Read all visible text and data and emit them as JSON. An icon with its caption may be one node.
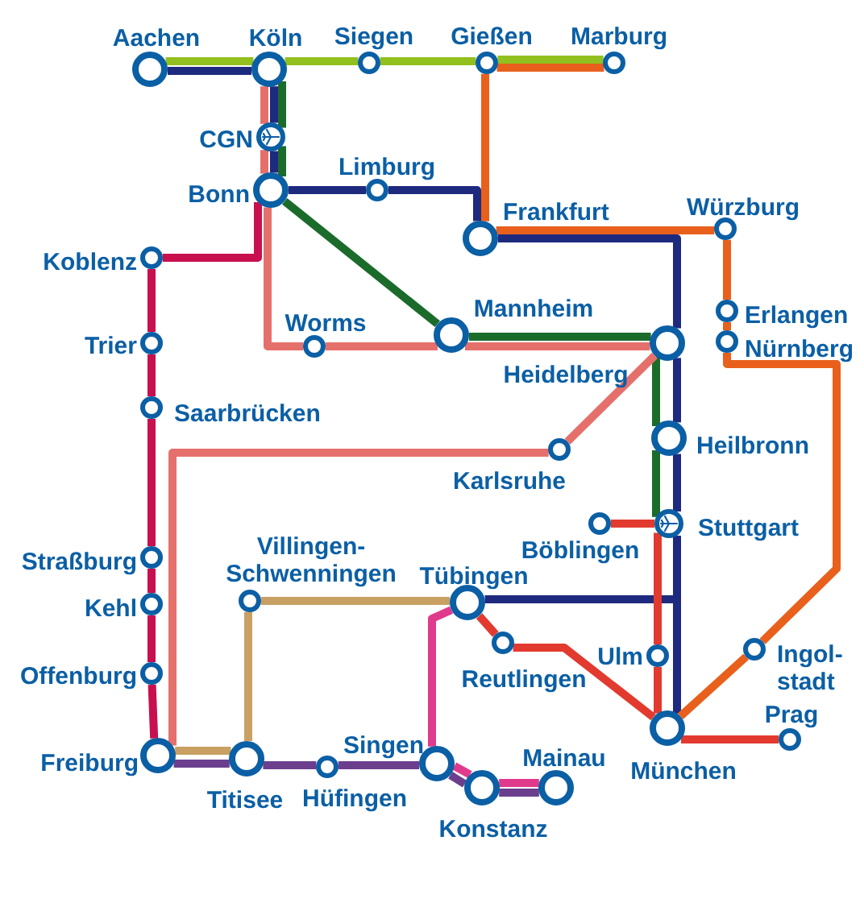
{
  "diagram": {
    "nodes": [
      {
        "text": [
          "Aachen"
        ]
      },
      {
        "text": [
          "Köln"
        ]
      },
      {
        "text": [
          "Siegen"
        ]
      },
      {
        "text": [
          "Gießen"
        ]
      },
      {
        "text": [
          "Marburg"
        ]
      },
      {
        "text": [
          "CGN"
        ]
      },
      {
        "text": [
          "Bonn"
        ]
      },
      {
        "text": [
          "Limburg"
        ]
      },
      {
        "text": [
          "Frankfurt"
        ]
      },
      {
        "text": [
          "Würzburg"
        ]
      },
      {
        "text": [
          "Koblenz"
        ]
      },
      {
        "text": [
          "Erlangen"
        ]
      },
      {
        "text": [
          "Nürnberg"
        ]
      },
      {
        "text": [
          "Trier"
        ]
      },
      {
        "text": [
          "Worms"
        ]
      },
      {
        "text": [
          "Mannheim"
        ]
      },
      {
        "text": [
          "Heidelberg"
        ]
      },
      {
        "text": [
          "Saarbrücken"
        ]
      },
      {
        "text": [
          "Heilbronn"
        ]
      },
      {
        "text": [
          "Karlsruhe"
        ]
      },
      {
        "text": [
          "Böblingen"
        ]
      },
      {
        "text": [
          "Stuttgart"
        ]
      },
      {
        "text": [
          "Straßburg"
        ]
      },
      {
        "text": [
          "Villingen- Schwenningen"
        ]
      },
      {
        "text": [
          "Tübingen"
        ]
      },
      {
        "text": [
          "Kehl"
        ]
      },
      {
        "text": [
          "Reutlingen"
        ]
      },
      {
        "text": [
          "Ulm"
        ]
      },
      {
        "text": [
          "Ingol- stadt"
        ]
      },
      {
        "text": [
          "Offenburg"
        ]
      },
      {
        "text": [
          "Freiburg"
        ]
      },
      {
        "text": [
          "Titisee"
        ]
      },
      {
        "text": [
          "Hüfingen"
        ]
      },
      {
        "text": [
          "Singen"
        ]
      },
      {
        "text": [
          "Mainau"
        ]
      },
      {
        "text": [
          "Konstanz"
        ]
      },
      {
        "text": [
          "München"
        ]
      },
      {
        "text": [
          "Prag"
        ]
      }
    ],
    "edges": [
      {
        "from": 0,
        "to": 1,
        "arrow": "none",
        "color": "#92c01f"
      },
      {
        "from": 1,
        "to": 2,
        "arrow": "none",
        "color": "#92c01f"
      },
      {
        "from": 2,
        "to": 3,
        "arrow": "none",
        "color": "#92c01f"
      },
      {
        "from": 3,
        "to": 4,
        "arrow": "none",
        "color": "#92c01f"
      },
      {
        "from": 0,
        "to": 1,
        "arrow": "none",
        "color": "#1e2a7e"
      },
      {
        "from": 1,
        "to": 5,
        "arrow": "none",
        "color": "#1e2a7e"
      },
      {
        "from": 5,
        "to": 6,
        "arrow": "none",
        "color": "#1e2a7e"
      },
      {
        "from": 6,
        "to": 7,
        "arrow": "none",
        "color": "#1e2a7e"
      },
      {
        "from": 7,
        "to": 8,
        "arrow": "none",
        "color": "#1e2a7e"
      },
      {
        "from": 8,
        "to": 16,
        "arrow": "none",
        "color": "#1e2a7e"
      },
      {
        "from": 16,
        "to": 18,
        "arrow": "none",
        "color": "#1e2a7e"
      },
      {
        "from": 18,
        "to": 21,
        "arrow": "none",
        "color": "#1e2a7e"
      },
      {
        "from": 21,
        "to": 36,
        "arrow": "none",
        "color": "#1e2a7e"
      },
      {
        "from": 24,
        "to": 36,
        "arrow": "none",
        "color": "#1e2a7e"
      },
      {
        "from": 3,
        "to": 4,
        "arrow": "none",
        "color": "#e8601c"
      },
      {
        "from": 3,
        "to": 8,
        "arrow": "none",
        "color": "#e8601c"
      },
      {
        "from": 8,
        "to": 9,
        "arrow": "none",
        "color": "#e8601c"
      },
      {
        "from": 9,
        "to": 11,
        "arrow": "none",
        "color": "#e8601c"
      },
      {
        "from": 11,
        "to": 12,
        "arrow": "none",
        "color": "#e8601c"
      },
      {
        "from": 12,
        "to": 28,
        "arrow": "none",
        "color": "#e8601c"
      },
      {
        "from": 28,
        "to": 36,
        "arrow": "none",
        "color": "#e8601c"
      },
      {
        "from": 1,
        "to": 5,
        "arrow": "none",
        "color": "#1b6b2b"
      },
      {
        "from": 5,
        "to": 6,
        "arrow": "none",
        "color": "#1b6b2b"
      },
      {
        "from": 6,
        "to": 15,
        "arrow": "none",
        "color": "#1b6b2b"
      },
      {
        "from": 15,
        "to": 16,
        "arrow": "none",
        "color": "#1b6b2b"
      },
      {
        "from": 16,
        "to": 18,
        "arrow": "none",
        "color": "#1b6b2b"
      },
      {
        "from": 18,
        "to": 21,
        "arrow": "none",
        "color": "#1b6b2b"
      },
      {
        "from": 1,
        "to": 5,
        "arrow": "none",
        "color": "#e5706b"
      },
      {
        "from": 5,
        "to": 6,
        "arrow": "none",
        "color": "#e5706b"
      },
      {
        "from": 6,
        "to": 14,
        "arrow": "none",
        "color": "#e5706b"
      },
      {
        "from": 14,
        "to": 15,
        "arrow": "none",
        "color": "#e5706b"
      },
      {
        "from": 15,
        "to": 16,
        "arrow": "none",
        "color": "#e5706b"
      },
      {
        "from": 16,
        "to": 19,
        "arrow": "none",
        "color": "#e5706b"
      },
      {
        "from": 19,
        "to": 30,
        "arrow": "none",
        "color": "#e5706b"
      },
      {
        "from": 6,
        "to": 10,
        "arrow": "none",
        "color": "#c8104e"
      },
      {
        "from": 10,
        "to": 13,
        "arrow": "none",
        "color": "#c8104e"
      },
      {
        "from": 13,
        "to": 17,
        "arrow": "none",
        "color": "#c8104e"
      },
      {
        "from": 17,
        "to": 22,
        "arrow": "none",
        "color": "#c8104e"
      },
      {
        "from": 22,
        "to": 25,
        "arrow": "none",
        "color": "#c8104e"
      },
      {
        "from": 25,
        "to": 29,
        "arrow": "none",
        "color": "#c8104e"
      },
      {
        "from": 29,
        "to": 30,
        "arrow": "none",
        "color": "#c8104e"
      },
      {
        "from": 30,
        "to": 31,
        "arrow": "none",
        "color": "#c8a064"
      },
      {
        "from": 31,
        "to": 23,
        "arrow": "none",
        "color": "#c8a064"
      },
      {
        "from": 23,
        "to": 24,
        "arrow": "none",
        "color": "#c8a064"
      },
      {
        "from": 30,
        "to": 31,
        "arrow": "none",
        "color": "#6b3f8e"
      },
      {
        "from": 31,
        "to": 32,
        "arrow": "none",
        "color": "#6b3f8e"
      },
      {
        "from": 32,
        "to": 33,
        "arrow": "none",
        "color": "#6b3f8e"
      },
      {
        "from": 33,
        "to": 35,
        "arrow": "none",
        "color": "#6b3f8e"
      },
      {
        "from": 35,
        "to": 34,
        "arrow": "none",
        "color": "#6b3f8e"
      },
      {
        "from": 24,
        "to": 33,
        "arrow": "none",
        "color": "#e03a8c"
      },
      {
        "from": 33,
        "to": 35,
        "arrow": "none",
        "color": "#e03a8c"
      },
      {
        "from": 35,
        "to": 34,
        "arrow": "none",
        "color": "#e03a8c"
      },
      {
        "from": 20,
        "to": 21,
        "arrow": "none",
        "color": "#e23a2f"
      },
      {
        "from": 21,
        "to": 27,
        "arrow": "none",
        "color": "#e23a2f"
      },
      {
        "from": 27,
        "to": 36,
        "arrow": "none",
        "color": "#e23a2f"
      },
      {
        "from": 24,
        "to": 26,
        "arrow": "none",
        "color": "#e23a2f"
      },
      {
        "from": 26,
        "to": 36,
        "arrow": "none",
        "color": "#e23a2f"
      },
      {
        "from": 36,
        "to": 37,
        "arrow": "none",
        "color": "#e23a2f"
      }
    ]
  }
}
